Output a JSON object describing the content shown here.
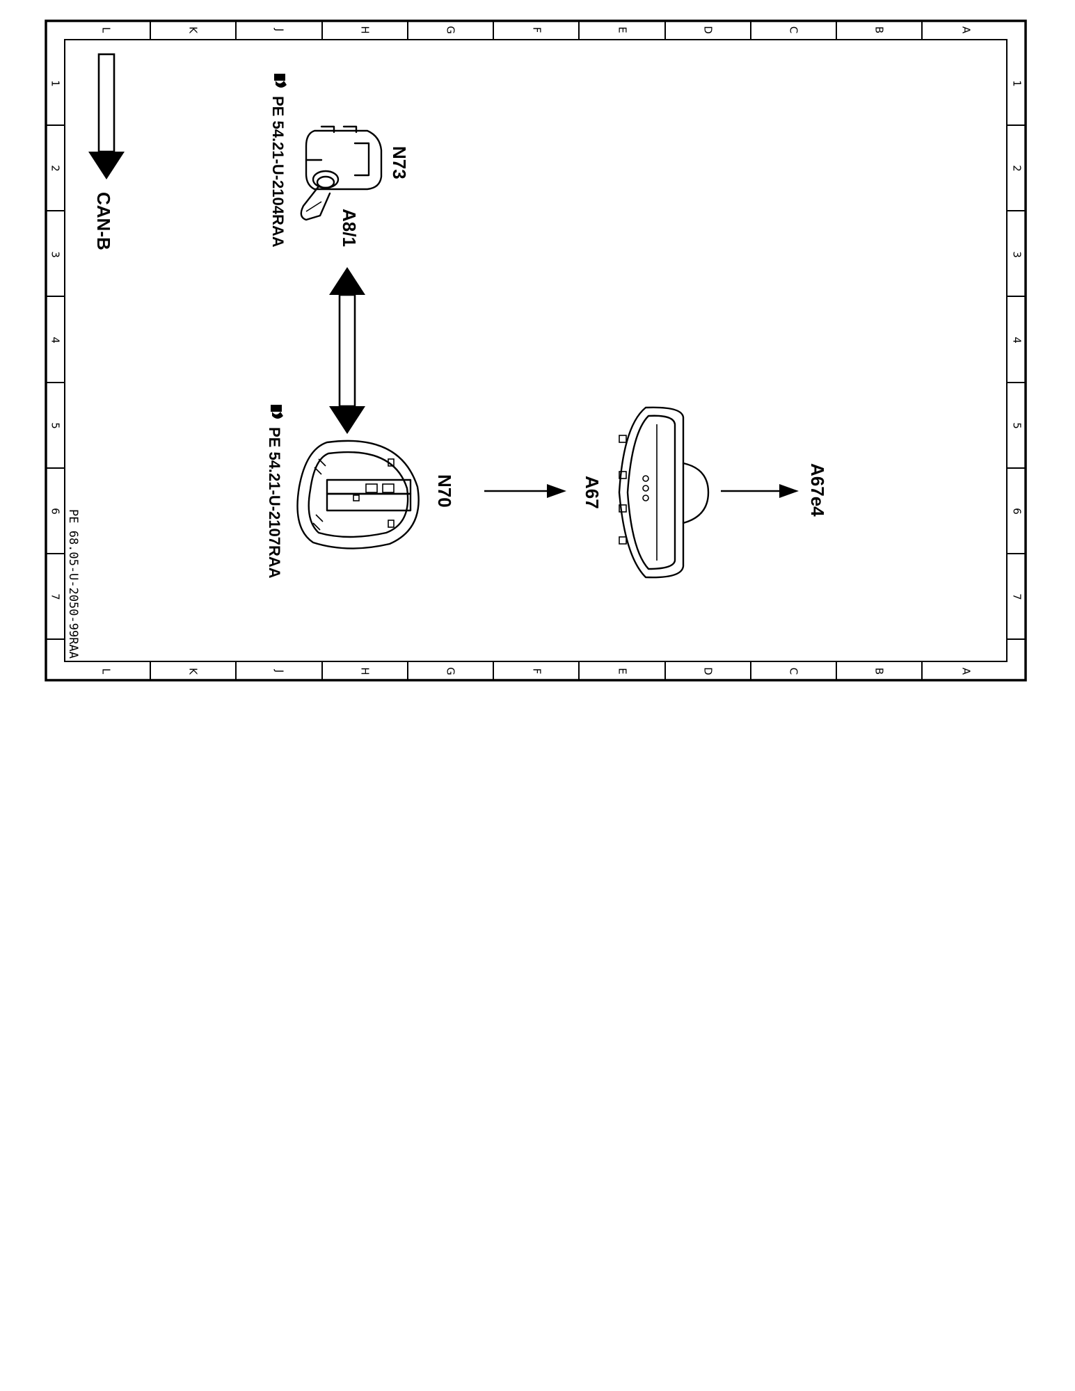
{
  "sheet": {
    "row_letters": [
      "L",
      "K",
      "J",
      "H",
      "G",
      "F",
      "E",
      "D",
      "C",
      "B",
      "A"
    ],
    "column_numbers": [
      "1",
      "2",
      "3",
      "4",
      "5",
      "6",
      "7"
    ]
  },
  "labels": {
    "can_bus": "CAN-B",
    "n73": "N73",
    "a8_1": "A8/1",
    "n70": "N70",
    "a67": "A67",
    "a67e4": "A67e4"
  },
  "references": {
    "ref_1": "PE 54.21-U-2104RAA",
    "ref_2": "PE 54.21-U-2107RAA"
  },
  "document_id": "PE 68.05-U-2050-99RAA",
  "icons": {
    "reference": "pointing-hand-icon",
    "ignition_switch": "ignition-switch-icon",
    "overhead_control_panel": "overhead-control-panel-icon",
    "rearview_mirror": "rearview-mirror-icon"
  }
}
